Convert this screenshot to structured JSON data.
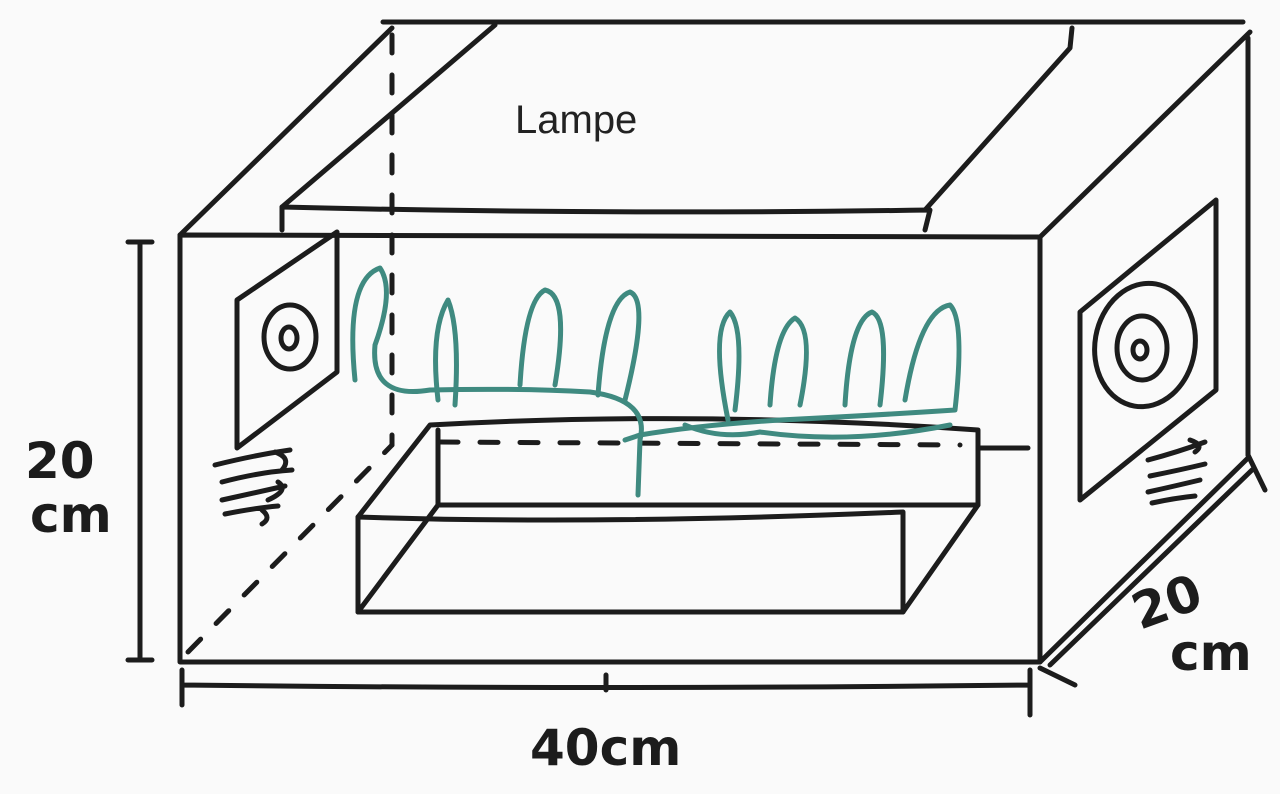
{
  "diagram": {
    "lamp_label": "Lampe",
    "height_value": "20",
    "height_unit": "cm",
    "depth_value": "20",
    "depth_unit": "cm",
    "width_label": "40cm",
    "colors": {
      "ink": "#1c1c1c",
      "plants": "#3f8a80",
      "background": "#fafafa"
    }
  }
}
